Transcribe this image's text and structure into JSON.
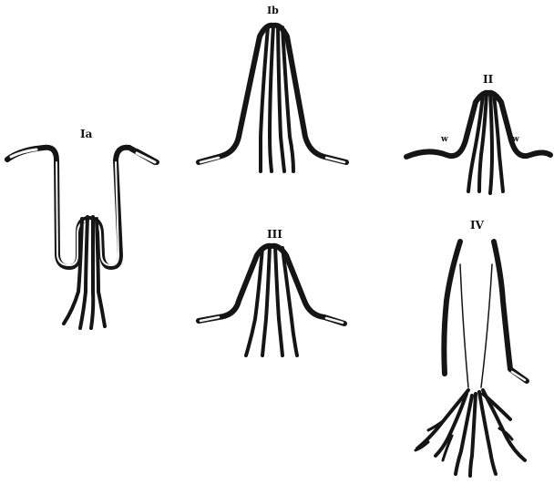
{
  "labels": {
    "ia": "Ia",
    "ib": "Ib",
    "ii": "II",
    "iii": "III",
    "iv": "IV",
    "w_left": "w",
    "w_right": "w"
  }
}
